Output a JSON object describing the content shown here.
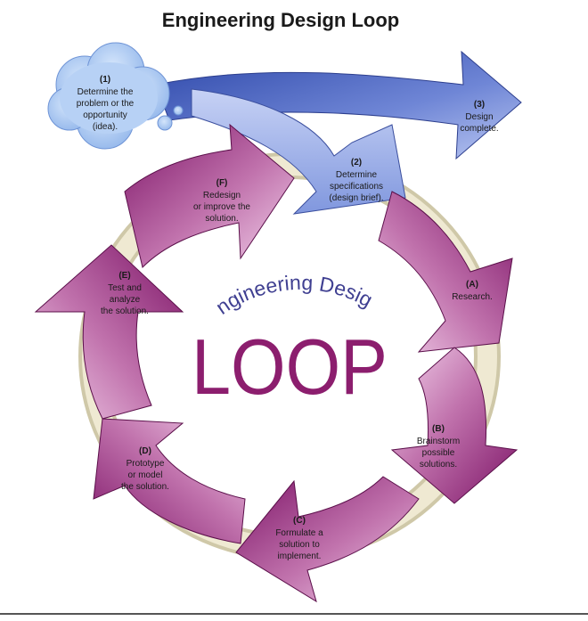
{
  "title": "Engineering Design Loop",
  "center": {
    "arc_label": "Engineering Design",
    "loop_word": "LOOP"
  },
  "steps": [
    {
      "id": "1",
      "label": "(1)",
      "lines": [
        "Determine the",
        "problem or the",
        "opportunity",
        "(idea)."
      ]
    },
    {
      "id": "2",
      "label": "(2)",
      "lines": [
        "Determine",
        "specifications",
        "(design brief)."
      ]
    },
    {
      "id": "3",
      "label": "(3)",
      "lines": [
        "Design",
        "complete."
      ]
    },
    {
      "id": "A",
      "label": "(A)",
      "lines": [
        "Research."
      ]
    },
    {
      "id": "B",
      "label": "(B)",
      "lines": [
        "Brainstorm",
        "possible",
        "solutions."
      ]
    },
    {
      "id": "C",
      "label": "(C)",
      "lines": [
        "Formulate a",
        "solution to",
        "implement."
      ]
    },
    {
      "id": "D",
      "label": "(D)",
      "lines": [
        "Prototype",
        "or model",
        "the solution."
      ]
    },
    {
      "id": "E",
      "label": "(E)",
      "lines": [
        "Test and",
        "analyze",
        "the solution."
      ]
    },
    {
      "id": "F",
      "label": "(F)",
      "lines": [
        "Redesign",
        "or improve the",
        "solution."
      ]
    }
  ],
  "colors": {
    "purple_dark": "#8e1f74",
    "purple_light": "#e9b6dd",
    "blue_dark": "#3f57b8",
    "blue_light": "#a9b9ec",
    "ring": "#d8d2b6",
    "cloud": "#a9c7f1"
  },
  "icons": [
    "thought-cloud",
    "curved-arrow"
  ]
}
